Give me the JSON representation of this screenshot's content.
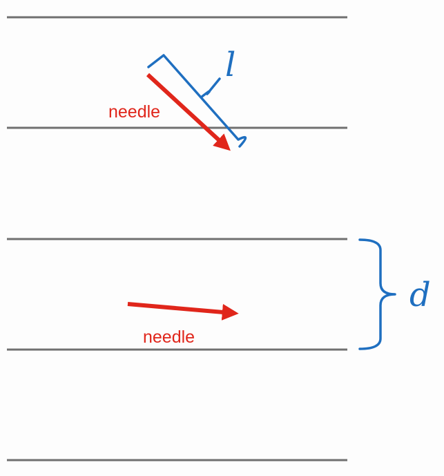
{
  "colors": {
    "background": "#fdfdfd",
    "parallel_line": "#707070",
    "needle": "#e0261b",
    "bracket": "#1f6fc0"
  },
  "needles": [
    {
      "label": "needle"
    },
    {
      "label": "needle"
    }
  ],
  "symbols": {
    "needle_length": "l",
    "line_spacing": "d"
  }
}
